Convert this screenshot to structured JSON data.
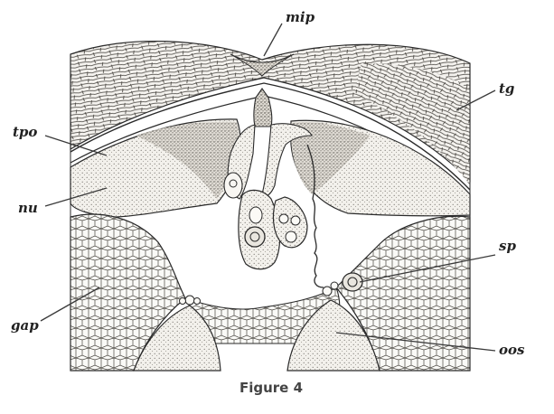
{
  "figure": {
    "caption": "Figure 4",
    "labels": {
      "mip": "mip",
      "tg": "tg",
      "tpo": "tpo",
      "nu": "nu",
      "sp": "sp",
      "gap": "gap",
      "oos": "oos"
    }
  },
  "colors": {
    "ink": "#2a2a2a",
    "paper": "#ffffff",
    "tissue_light": "#f1efe9",
    "stipple": "#bdb9b0"
  }
}
